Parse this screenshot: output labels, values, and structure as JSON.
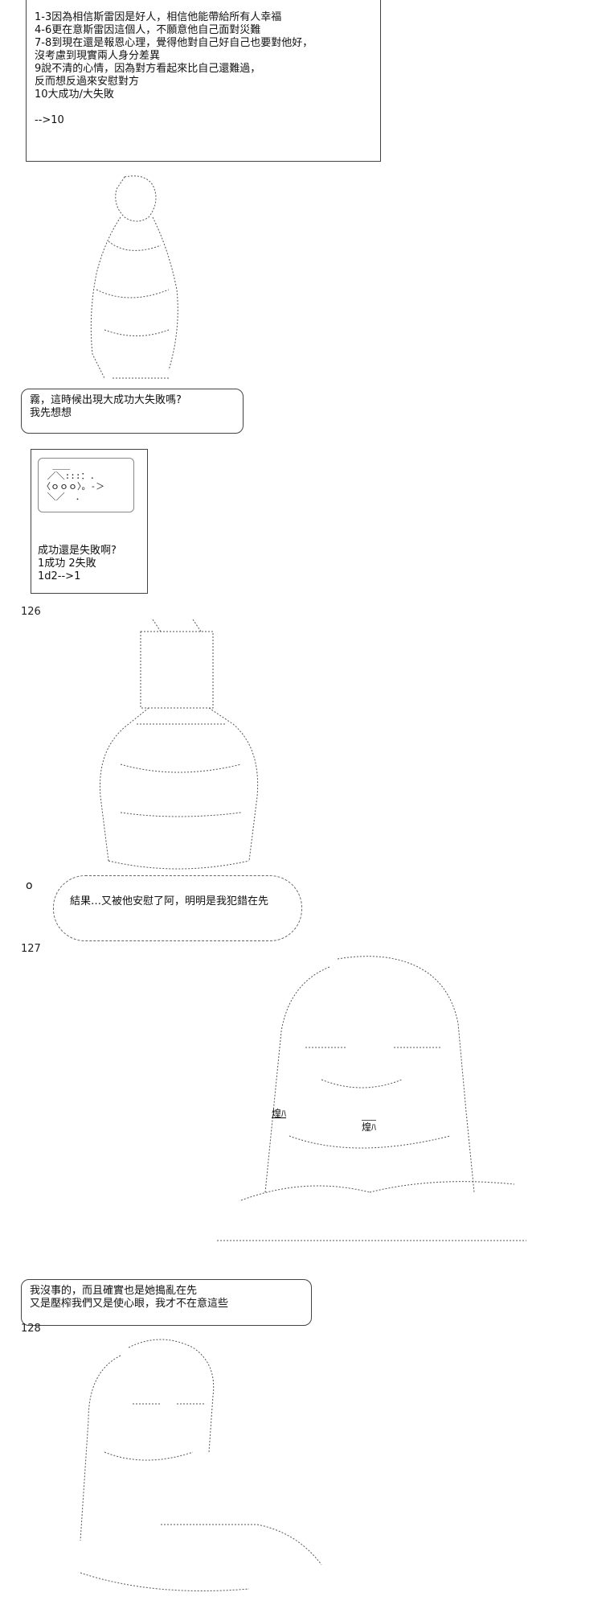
{
  "top_box": {
    "lines": [
      "1-3因為相信斯雷因是好人，相信他能帶給所有人幸福",
      "4-6更在意斯雷因這個人，不願意他自己面對災難",
      "7-8到現在還是報恩心理，覺得他對自己好自己也要對他好，",
      "沒考慮到現實兩人身分差異",
      "9說不清的心情，因為對方看起來比自己還難過，",
      "反而想反過來安慰對方",
      "10大成功/大失敗",
      "",
      "-->10"
    ]
  },
  "bubble_1": {
    "lines": [
      "霧，這時候出現大成功大失敗嗎?",
      "我先想想"
    ]
  },
  "dice_box": {
    "face_art": "  ＿＿\n ／＼:::：.\n〈ｏｏｏ〉。-＞\n ＼／  ．\n",
    "lines": [
      "成功還是失敗啊?",
      "1成功 2失敗",
      "1d2-->1"
    ]
  },
  "panel_numbers": {
    "p126": "126",
    "p127": "127",
    "p128": "128"
  },
  "thought_1": {
    "dots": "o",
    "text": "結果…又被他安慰了阿，明明是我犯錯在先"
  },
  "bubble_2": {
    "lines": [
      "我沒事的，而且確實也是她搗亂在先",
      "又是壓榨我們又是使心眼，我才不在意這些"
    ]
  },
  "labels": {
    "tag_left": "煌ﾊ",
    "tag_right": "煌ﾊ"
  }
}
